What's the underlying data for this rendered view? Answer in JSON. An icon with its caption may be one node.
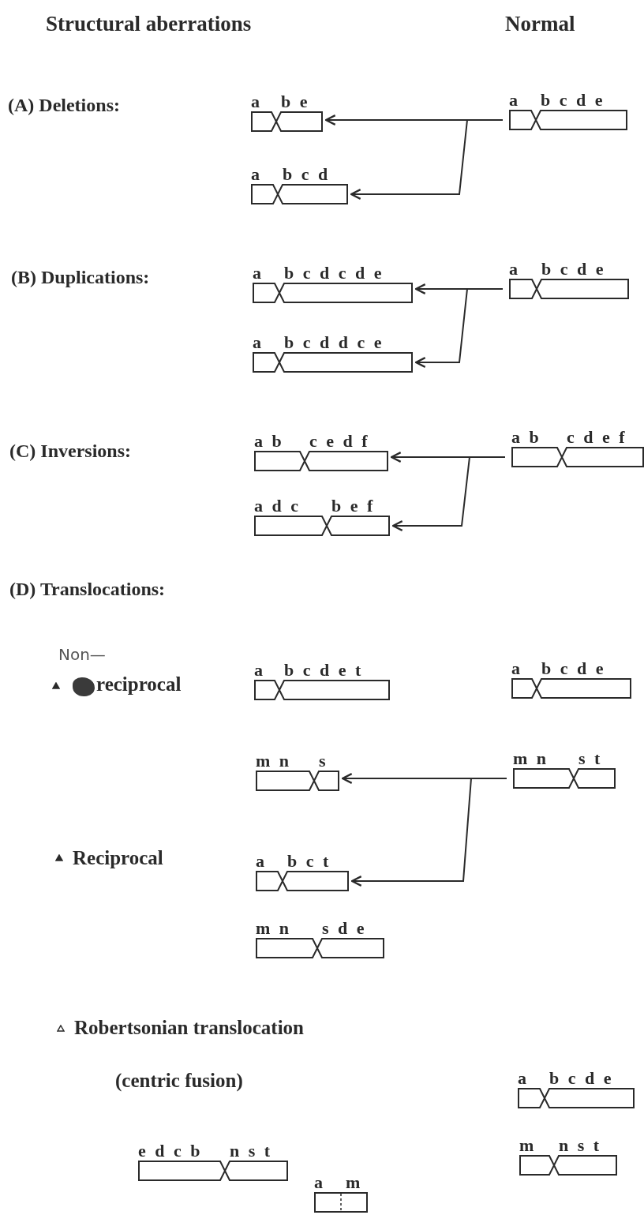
{
  "diagram": {
    "nodes": [
      {
        "text": [
          "a",
          "b e"
        ]
      },
      {
        "text": [
          "a",
          "b c d e"
        ]
      },
      {
        "text": [
          "a",
          "b c d"
        ]
      },
      {
        "text": [
          "a",
          "b c d c d e"
        ]
      },
      {
        "text": [
          "a",
          "b c d e"
        ]
      },
      {
        "text": [
          "a",
          "b c d d c e"
        ]
      },
      {
        "text": [
          "a b",
          "c e d f"
        ]
      },
      {
        "text": [
          "a b",
          "c d e f"
        ]
      },
      {
        "text": [
          "a d c",
          "b e f"
        ]
      },
      {
        "text": [
          "a",
          "b c d e t"
        ]
      },
      {
        "text": [
          "a",
          "b c d e"
        ]
      },
      {
        "text": [
          "m n",
          "s"
        ]
      },
      {
        "text": [
          "m n",
          "s t"
        ]
      },
      {
        "text": [
          "a",
          "b c t"
        ]
      },
      {
        "text": [
          "m n",
          "s d e"
        ]
      },
      {
        "text": [
          "a",
          "b c d e"
        ]
      },
      {
        "text": [
          "m",
          "n s t"
        ]
      },
      {
        "text": [
          "e d c b",
          "n s t"
        ]
      },
      {
        "text": [
          "a",
          "m"
        ]
      }
    ],
    "edges": [
      {
        "from": 1,
        "to": 0,
        "arrow": "to"
      },
      {
        "from": 1,
        "to": 2,
        "arrow": "to"
      },
      {
        "from": 4,
        "to": 3,
        "arrow": "to"
      },
      {
        "from": 4,
        "to": 5,
        "arrow": "to"
      },
      {
        "from": 7,
        "to": 6,
        "arrow": "to"
      },
      {
        "from": 7,
        "to": 8,
        "arrow": "to"
      },
      {
        "from": 12,
        "to": 11,
        "arrow": "to"
      },
      {
        "from": 12,
        "to": 13,
        "arrow": "to"
      }
    ],
    "labels": [
      "Structural aberrations",
      "Normal",
      "(A) Deletions:",
      "(B) Duplications:",
      "(C) Inversions:",
      "(D) Translocations:",
      "Non—",
      "reciprocal",
      "Reciprocal",
      "Robertsonian translocation",
      "(centric fusion)"
    ]
  }
}
